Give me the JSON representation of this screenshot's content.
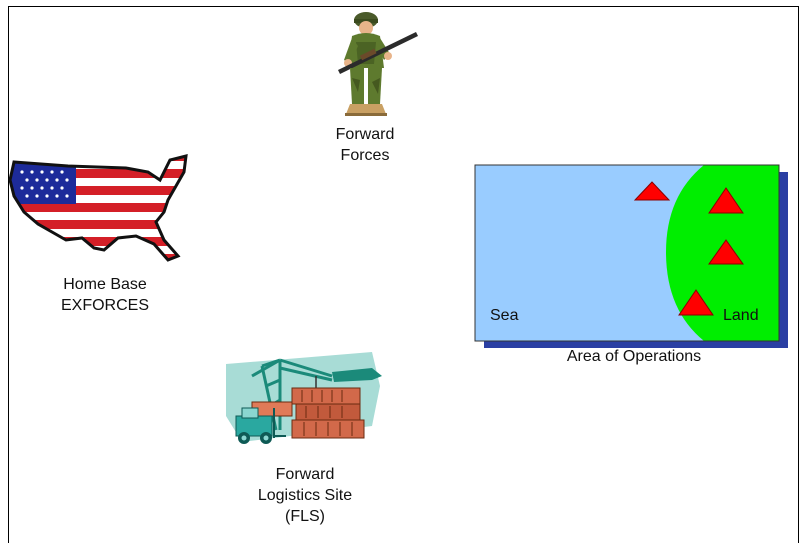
{
  "labels": {
    "forward_forces": [
      "Forward",
      "Forces"
    ],
    "home_base": [
      "Home Base",
      "EXFORCES"
    ],
    "fls": [
      "Forward",
      "Logistics Site",
      "(FLS)"
    ],
    "area_of_operations": "Area of Operations",
    "sea": "Sea",
    "land": "Land"
  },
  "icons": {
    "soldier": "soldier-icon",
    "usa_flag_map": "usa-flag-map-icon",
    "port": "port-logistics-icon",
    "unit_marker": "triangle-marker-icon"
  },
  "colors": {
    "sea": "#99ccff",
    "land": "#00ee00",
    "shadow": "#2a3fa3",
    "marker": "#ff0000",
    "flag_red": "#d41f27",
    "flag_blue": "#1d2b9a"
  },
  "area_markers": 4
}
